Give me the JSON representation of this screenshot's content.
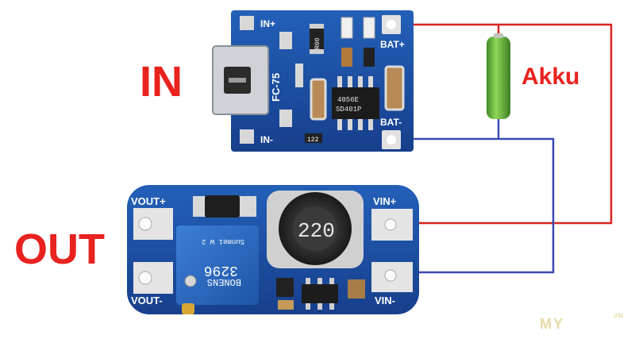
{
  "labels": {
    "in": "IN",
    "out": "OUT",
    "battery": "Akku",
    "watermark_main": "MY",
    "watermark_suffix": ".ru"
  },
  "charger_board": {
    "pads": {
      "in_plus": "IN+",
      "in_minus": "IN-",
      "bat_plus": "BAT+",
      "bat_minus": "BAT-"
    },
    "silkscreen": "FC-75",
    "resistor": "R00",
    "resistor_small": "122",
    "chip_line1": "4056E",
    "chip_line2": "SD401P"
  },
  "booster_board": {
    "pads": {
      "vout_plus": "VOUT+",
      "vout_minus": "VOUT-",
      "vin_plus": "VIN+",
      "vin_minus": "VIN-"
    },
    "inductor": "220",
    "pot_line1": "3296",
    "pot_line2": "BONENS",
    "pot_line3": "Sunmei W 2"
  },
  "colors": {
    "label_red": "#e8221e",
    "battery_green": "#6ab83c",
    "pcb_blue": "#1b4fa6",
    "wire_red": "#d9241f",
    "wire_blue": "#3a49b5",
    "potentiometer": "#2a6bc2"
  }
}
